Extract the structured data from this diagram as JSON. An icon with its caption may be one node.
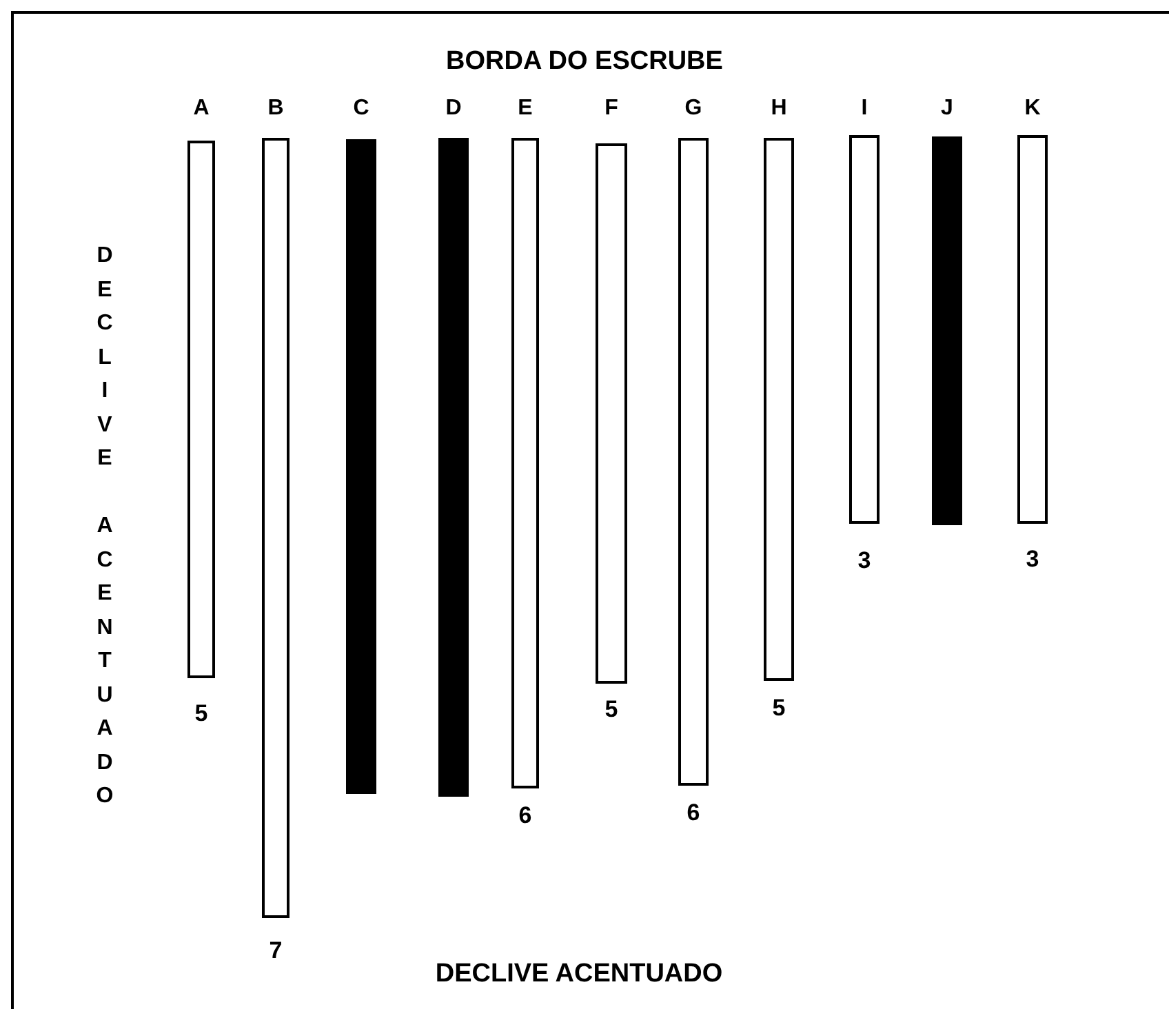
{
  "diagram": {
    "title": "BORDA DO ESCRUBE",
    "nodes": [
      {
        "text": [],
        "shape": "bar",
        "beside": [
          "A",
          "5"
        ]
      },
      {
        "text": [],
        "shape": "bar",
        "beside": [
          "B",
          "7"
        ]
      },
      {
        "text": [],
        "shape": "block",
        "beside": [
          "C"
        ]
      },
      {
        "text": [],
        "shape": "block",
        "beside": [
          "D"
        ]
      },
      {
        "text": [],
        "shape": "bar",
        "beside": [
          "E",
          "6"
        ]
      },
      {
        "text": [],
        "shape": "bar",
        "beside": [
          "F",
          "5"
        ]
      },
      {
        "text": [],
        "shape": "bar",
        "beside": [
          "G",
          "6"
        ]
      },
      {
        "text": [],
        "shape": "bar",
        "beside": [
          "H",
          "5"
        ]
      },
      {
        "text": [],
        "shape": "bar",
        "beside": [
          "I",
          "3"
        ]
      },
      {
        "text": [],
        "shape": "block",
        "beside": [
          "J"
        ]
      },
      {
        "text": [],
        "shape": "bar",
        "beside": [
          "K",
          "3"
        ]
      }
    ],
    "labels": [
      "DECLIVE ACENTUADO",
      "DECLIVE ACENTUADO"
    ]
  }
}
